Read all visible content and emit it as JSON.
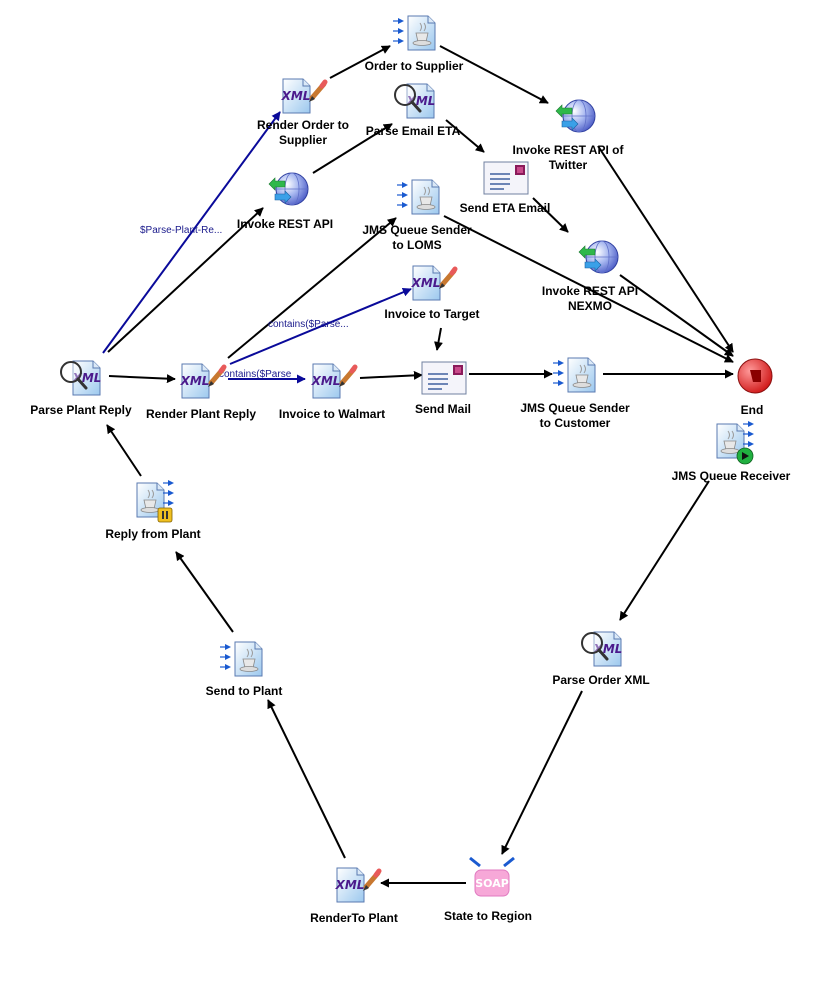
{
  "colors": {
    "edge_default": "#000000",
    "edge_conditional": "#0a0a9a",
    "edge_label": "#1a1a8c",
    "end_fill": "#e02020",
    "xml_text": "#4b1a8c",
    "soap_fill": "#f7a8d8"
  },
  "nodes": [
    {
      "id": "order_supplier",
      "label": [
        "Order to Supplier"
      ],
      "icon": "jms-sender-icon"
    },
    {
      "id": "render_order_supplier",
      "label": [
        "Render Order to",
        "Supplier"
      ],
      "icon": "xml-render-icon"
    },
    {
      "id": "parse_email_eta",
      "label": [
        "Parse Email ETA"
      ],
      "icon": "xml-parse-icon"
    },
    {
      "id": "invoke_twitter",
      "label": [
        "Invoke REST API of",
        "Twitter"
      ],
      "icon": "rest-globe-icon"
    },
    {
      "id": "send_eta_email",
      "label": [
        "Send ETA Email"
      ],
      "icon": "mail-icon"
    },
    {
      "id": "invoke_rest",
      "label": [
        "Invoke REST API"
      ],
      "icon": "rest-globe-icon"
    },
    {
      "id": "jms_loms",
      "label": [
        "JMS Queue Sender",
        "to LOMS"
      ],
      "icon": "jms-sender-icon"
    },
    {
      "id": "invoke_nexmo",
      "label": [
        "Invoke REST API",
        "NEXMO"
      ],
      "icon": "rest-globe-icon"
    },
    {
      "id": "invoice_target",
      "label": [
        "Invoice to Target"
      ],
      "icon": "xml-render-icon"
    },
    {
      "id": "parse_plant_reply",
      "label": [
        "Parse Plant Reply"
      ],
      "icon": "xml-parse-icon"
    },
    {
      "id": "render_plant_reply",
      "label": [
        "Render Plant Reply"
      ],
      "icon": "xml-render-icon"
    },
    {
      "id": "invoice_walmart",
      "label": [
        "Invoice to Walmart"
      ],
      "icon": "xml-render-icon"
    },
    {
      "id": "send_mail",
      "label": [
        "Send Mail"
      ],
      "icon": "mail-icon"
    },
    {
      "id": "jms_customer",
      "label": [
        "JMS Queue Sender",
        "to Customer"
      ],
      "icon": "jms-sender-icon"
    },
    {
      "id": "end",
      "label": [
        "End"
      ],
      "icon": "end-stop-icon"
    },
    {
      "id": "jms_receiver",
      "label": [
        "JMS Queue Receiver"
      ],
      "icon": "jms-receiver-icon"
    },
    {
      "id": "reply_from_plant",
      "label": [
        "Reply from Plant"
      ],
      "icon": "jms-wait-icon"
    },
    {
      "id": "parse_order_xml",
      "label": [
        "Parse Order XML"
      ],
      "icon": "xml-parse-icon"
    },
    {
      "id": "send_to_plant",
      "label": [
        "Send to Plant"
      ],
      "icon": "jms-sender-icon"
    },
    {
      "id": "render_to_plant",
      "label": [
        "RenderTo Plant"
      ],
      "icon": "xml-render-icon"
    },
    {
      "id": "state_to_region",
      "label": [
        "State to Region"
      ],
      "icon": "soap-icon"
    }
  ],
  "edges": [
    {
      "from": "render_order_supplier",
      "to": "order_supplier"
    },
    {
      "from": "order_supplier",
      "to": "invoke_twitter"
    },
    {
      "from": "invoke_twitter",
      "to": "end"
    },
    {
      "from": "invoke_rest",
      "to": "parse_email_eta"
    },
    {
      "from": "parse_email_eta",
      "to": "send_eta_email"
    },
    {
      "from": "send_eta_email",
      "to": "invoke_nexmo"
    },
    {
      "from": "invoke_nexmo",
      "to": "end"
    },
    {
      "from": "jms_loms",
      "to": "end"
    },
    {
      "from": "parse_plant_reply",
      "to": "render_order_supplier",
      "label": "$Parse-Plant-Re...",
      "conditional": true
    },
    {
      "from": "parse_plant_reply",
      "to": "invoke_rest"
    },
    {
      "from": "parse_plant_reply",
      "to": "render_plant_reply"
    },
    {
      "from": "render_plant_reply",
      "to": "jms_loms"
    },
    {
      "from": "render_plant_reply",
      "to": "invoice_target",
      "label": "contains($Parse...",
      "conditional": true
    },
    {
      "from": "render_plant_reply",
      "to": "invoice_walmart",
      "label": "contains($Parse",
      "conditional": true
    },
    {
      "from": "invoice_walmart",
      "to": "send_mail"
    },
    {
      "from": "invoice_target",
      "to": "send_mail"
    },
    {
      "from": "send_mail",
      "to": "jms_customer"
    },
    {
      "from": "jms_customer",
      "to": "end"
    },
    {
      "from": "jms_receiver",
      "to": "parse_order_xml"
    },
    {
      "from": "parse_order_xml",
      "to": "state_to_region"
    },
    {
      "from": "state_to_region",
      "to": "render_to_plant"
    },
    {
      "from": "render_to_plant",
      "to": "send_to_plant"
    },
    {
      "from": "send_to_plant",
      "to": "reply_from_plant"
    },
    {
      "from": "reply_from_plant",
      "to": "parse_plant_reply"
    }
  ],
  "icon_text": {
    "xml": "XML",
    "soap": "SOAP"
  }
}
